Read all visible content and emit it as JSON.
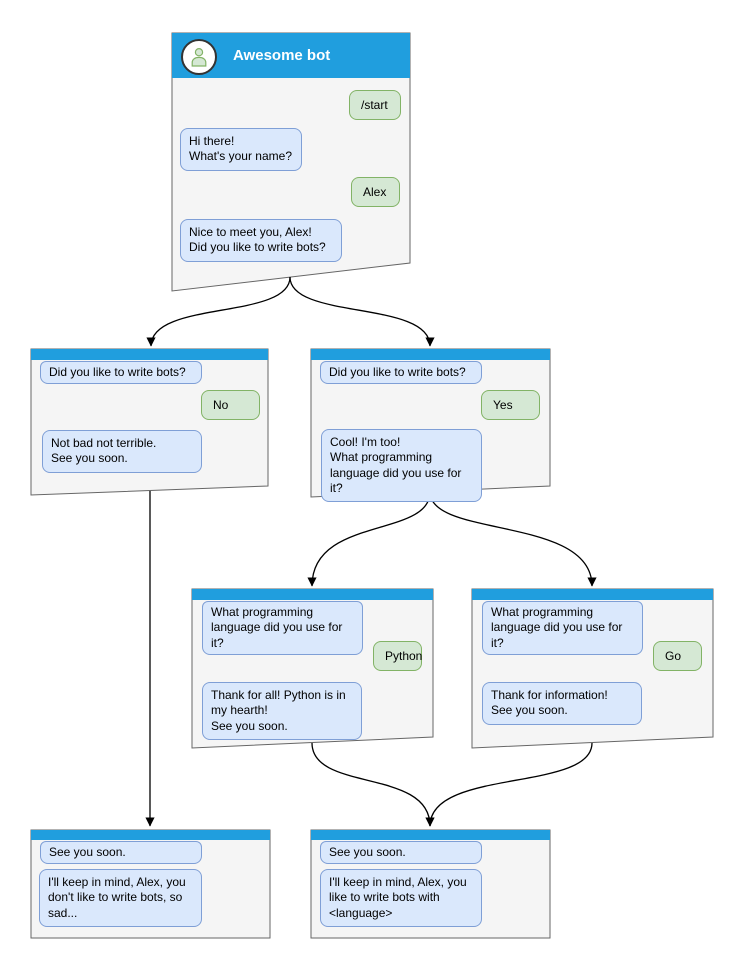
{
  "diagram_title": "Chat bot conversation flow",
  "colors": {
    "header_blue": "#209ede",
    "window_fill": "#f5f5f5",
    "window_border": "#666666",
    "bot_bubble_fill": "#dae8fc",
    "bot_bubble_border": "#7f9fd6",
    "user_bubble_fill": "#d5e8d4",
    "user_bubble_border": "#82b366",
    "connector": "#000000"
  },
  "windows": {
    "root": {
      "title": "Awesome bot",
      "avatar_icon": "person-icon",
      "messages": {
        "m1": "/start",
        "m2": "Hi there!\nWhat's your name?",
        "m3": "Alex",
        "m4": "Nice to meet you, Alex!\nDid you like to write bots?"
      }
    },
    "branch_no": {
      "messages": {
        "m1": "Did you like to write bots?",
        "m2": "No",
        "m3": "Not bad not terrible.\nSee you soon."
      }
    },
    "branch_yes": {
      "messages": {
        "m1": "Did you like to write bots?",
        "m2": "Yes",
        "m3": "Cool! I'm too!\nWhat programming\nlanguage did you use for it?"
      }
    },
    "branch_python": {
      "messages": {
        "m1": "What programming\nlanguage did you use for it?",
        "m2": "Python",
        "m3": "Thank for all! Python is in\nmy hearth!\nSee you soon."
      }
    },
    "branch_go": {
      "messages": {
        "m1": "What programming\nlanguage did you use for it?",
        "m2": "Go",
        "m3": "Thank for information!\nSee you soon."
      }
    },
    "end_no": {
      "messages": {
        "m1": "See you soon.",
        "m2": "I'll keep in mind, Alex, you\ndon't like to write bots, so\nsad..."
      }
    },
    "end_yes": {
      "messages": {
        "m1": "See you soon.",
        "m2": "I'll keep in mind, Alex, you\nlike to write bots with\n<language>"
      }
    }
  }
}
